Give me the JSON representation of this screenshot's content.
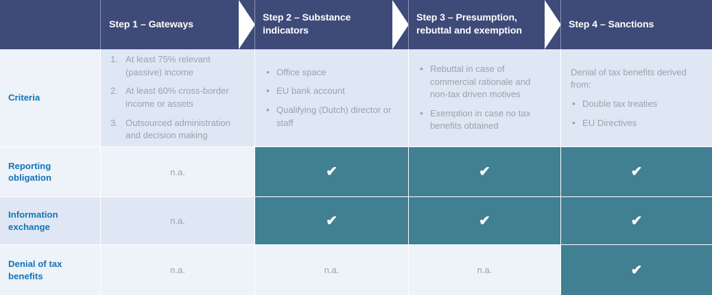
{
  "colors": {
    "header_bg": "#3e4a77",
    "accent_blue": "#1274b8",
    "teal": "#417f92",
    "row_tint_light": "#eef2f9",
    "row_tint_dark": "#dfe7f4",
    "body_text": "#9aa2ae",
    "header_text": "#ffffff"
  },
  "header": {
    "corner_label": "",
    "steps": [
      {
        "label": "Step 1 – Gateways"
      },
      {
        "label": "Step 2 – Substance indicators"
      },
      {
        "label": "Step 3 – Presumption, rebuttal and exemption"
      },
      {
        "label": "Step 4 – Sanctions"
      }
    ],
    "arrow_icon": "right-arrow-icon"
  },
  "rows": [
    {
      "id": "criteria",
      "label": "Criteria",
      "cells": [
        {
          "type": "numbered-list",
          "items": [
            "At least 75% relevant (passive) income",
            "At least 60% cross-border income or assets",
            "Outsourced administration and decision making"
          ]
        },
        {
          "type": "bullet-list",
          "items": [
            "Office space",
            "EU bank account",
            "Qualifying (Dutch) director or staff"
          ]
        },
        {
          "type": "bullet-list",
          "items": [
            "Rebuttal in case of commercial rationale and non-tax driven motives",
            "Exemption in case no tax benefits obtained"
          ]
        },
        {
          "type": "lead-bullet-list",
          "lead": "Denial of tax benefits derived from:",
          "items": [
            "Double tax treaties",
            "EU Directives"
          ]
        }
      ]
    },
    {
      "id": "reporting-obligation",
      "label": "Reporting obligation",
      "cells": [
        {
          "type": "na",
          "text": "n.a."
        },
        {
          "type": "check",
          "text": "✔"
        },
        {
          "type": "check",
          "text": "✔"
        },
        {
          "type": "check",
          "text": "✔"
        }
      ]
    },
    {
      "id": "information-exchange",
      "label": "Information exchange",
      "cells": [
        {
          "type": "na",
          "text": "n.a."
        },
        {
          "type": "check",
          "text": "✔"
        },
        {
          "type": "check",
          "text": "✔"
        },
        {
          "type": "check",
          "text": "✔"
        }
      ]
    },
    {
      "id": "denial-of-tax-benefits",
      "label": "Denial of tax benefits",
      "cells": [
        {
          "type": "na",
          "text": "n.a."
        },
        {
          "type": "na",
          "text": "n.a."
        },
        {
          "type": "na",
          "text": "n.a."
        },
        {
          "type": "check",
          "text": "✔"
        }
      ]
    }
  ]
}
